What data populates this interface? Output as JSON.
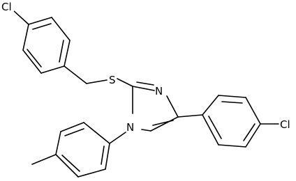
{
  "colors": {
    "bond": "#000000",
    "background": "#ffffff"
  },
  "atoms": {
    "cl_top_left": "Cl",
    "sulfur": "S",
    "nitrogen_3": "N",
    "nitrogen_1": "N",
    "cl_right": "Cl"
  }
}
